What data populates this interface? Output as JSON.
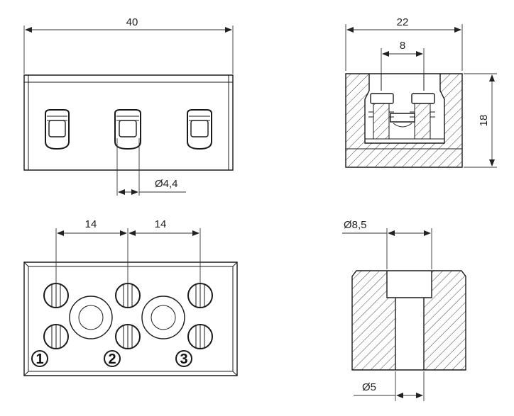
{
  "dimensions": {
    "front_width": "40",
    "side_width": "22",
    "side_inner": "8",
    "side_height": "18",
    "hole_dia": "Ø4,4",
    "pitch_left": "14",
    "pitch_right": "14",
    "section_top_dia": "Ø8,5",
    "section_bottom_dia": "Ø5"
  },
  "terminal_numbers": [
    "1",
    "2",
    "3"
  ]
}
